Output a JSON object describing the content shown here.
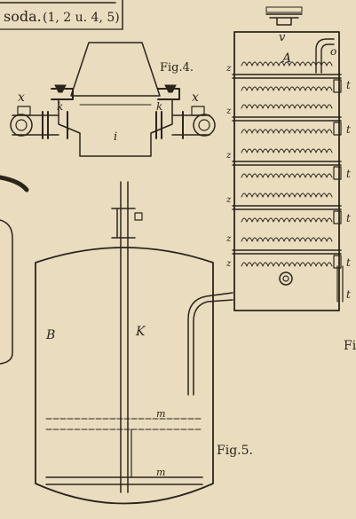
{
  "header": {
    "title_text": "soda.",
    "title_refs": "(1, 2 u. 4, 5)"
  },
  "figures": {
    "fig4": {
      "caption": "Fig.4.",
      "labels": {
        "x_left": "x",
        "x_right": "x",
        "k_left": "k",
        "k_right": "k",
        "i": "i"
      }
    },
    "fig5": {
      "caption": "Fig.5.",
      "labels": {
        "B": "B",
        "K": "K",
        "m_upper": "m",
        "m_lower": "m"
      }
    },
    "column": {
      "labels": {
        "v": "v",
        "A": "A",
        "o": "o",
        "t_labels": [
          "t",
          "t",
          "t",
          "t",
          "t",
          "t"
        ],
        "z_labels": [
          "z",
          "z",
          "z",
          "z",
          "z",
          "z"
        ]
      }
    },
    "edge_fragment": {
      "text": "Fig"
    }
  },
  "colors": {
    "paper": "#e9dcbf",
    "ink": "#2b241a"
  }
}
